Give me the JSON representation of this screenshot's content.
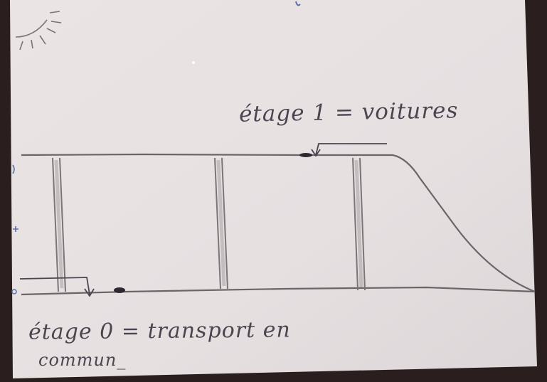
{
  "annotations": {
    "top_label": "étage 1 = voitures",
    "bottom_label_line1": "étage 0 = transport en",
    "bottom_label_line2": "commun_"
  },
  "icons": {
    "sun": "sun-doodle-icon",
    "arrow_top": "arrow-down-icon",
    "arrow_bottom": "arrow-down-icon"
  },
  "colors": {
    "paper": "#e8e2e2",
    "pencil": "#6a6568",
    "ink": "#4b4550",
    "background": "#2a1f1e"
  }
}
